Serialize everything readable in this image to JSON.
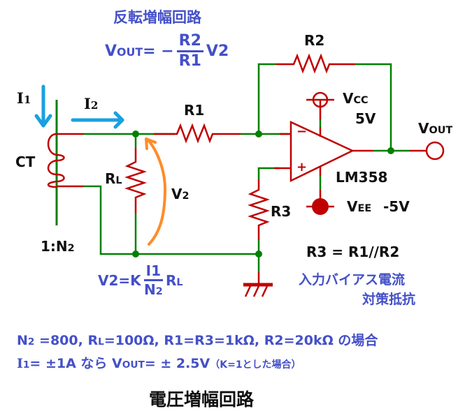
{
  "title": "電圧増幅回路",
  "subtitle": "反転増幅回路",
  "colors": {
    "wire": "#008000",
    "component": "#c00000",
    "label_blue": "#4450c8",
    "current_arrow": "#1aa0e0",
    "voltage_arrow": "#ff8c28",
    "text": "#101010"
  },
  "gain_formula": {
    "lhs": "VOUT",
    "lhs_main": "V",
    "lhs_sub": "OUT",
    "eq": "= −",
    "numerator": "R2",
    "denominator": "R1",
    "rhs": "V2"
  },
  "components": {
    "ct": "CT",
    "ratio": "1:N2",
    "ratio_main": "1:N",
    "ratio_sub": "2",
    "i1_main": "I",
    "i1_sub": "1",
    "i2_main": "I",
    "i2_sub": "2",
    "rl_main": "R",
    "rl_sub": "L",
    "r1": "R1",
    "r2": "R2",
    "r3": "R3",
    "v2_main": "V",
    "v2_sub": "2",
    "opamp": "LM358",
    "vcc_main": "V",
    "vcc_sub": "CC",
    "vcc_value": "5V",
    "vee_main": "V",
    "vee_sub": "EE",
    "vee_value": "-5V",
    "vout_main": "V",
    "vout_sub": "OUT",
    "minus_sign": "−",
    "plus_sign": "+"
  },
  "v2_formula": {
    "lhs": "V2=K",
    "numerator": "I1",
    "denominator_main": "N",
    "denominator_sub": "2",
    "rhs_main": "R",
    "rhs_sub": "L"
  },
  "r3_note": {
    "equation": "R3 = R1//R2",
    "line1": "入力バイアス電流",
    "line2": "対策抵抗"
  },
  "conditions": {
    "line1_n2_main": "N",
    "line1_n2_sub": "2",
    "line1_a": " =800, R",
    "line1_rl_sub": "L",
    "line1_b": "=100Ω, R1=R3=1kΩ, R2=20kΩ の場合",
    "line2_i_main": "I",
    "line2_i_sub": "1",
    "line2_a": "= ±1A なら V",
    "line2_vout_sub": "OUT",
    "line2_b": "= ± 2.5V",
    "line2_note": "（K=1とした場合）"
  }
}
